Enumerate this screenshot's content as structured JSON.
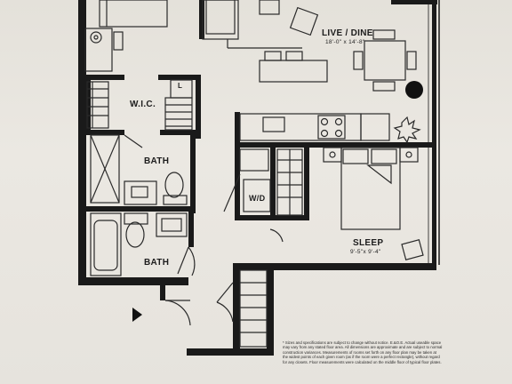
{
  "rooms": {
    "live_dine": {
      "name": "LIVE / DINE",
      "dims": "18'-0\" x 14'-8\""
    },
    "wic": {
      "name": "W.I.C."
    },
    "linen": {
      "name": "L"
    },
    "bath1": {
      "name": "BATH"
    },
    "bath2": {
      "name": "BATH"
    },
    "wd": {
      "name": "W/D"
    },
    "sleep": {
      "name": "SLEEP",
      "dims": "9'-5\"x 9'-4\""
    }
  },
  "disclaimer": [
    "* Sizes and specifications are subject to change without notice. E.&O.E. Actual useable space",
    "may vary from any stated floor area. All dimensions are approximate and are subject to normal",
    "construction variances. Measurements of rooms set forth on any floor plan may be taken at",
    "the widest points of each given room (as if the room were a perfect rectangle), without regard",
    "for any closets. Floor measurements were calculated on the middle floor of typical floor plates."
  ],
  "colors": {
    "wall": "#1a1a1a",
    "paper": "#e9e6e0",
    "fixture": "#2a2a2a"
  }
}
